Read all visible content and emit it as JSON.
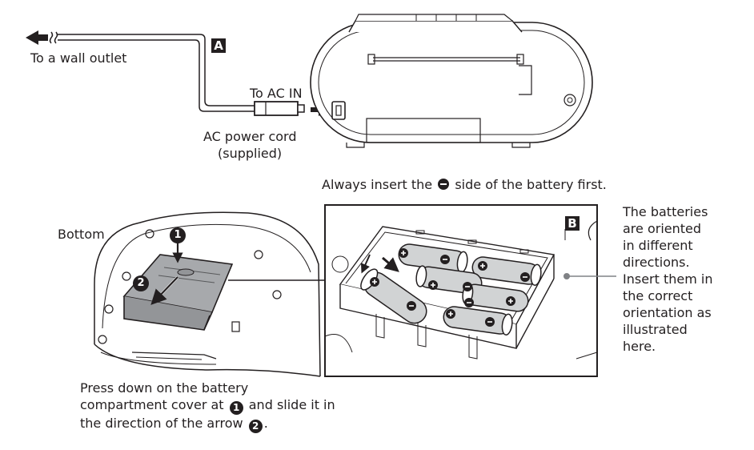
{
  "labels": {
    "wall_outlet": "To a wall outlet",
    "ac_in": "To AC IN",
    "power_cord_line1": "AC power cord",
    "power_cord_line2": "(supplied)",
    "badge_a": "A",
    "badge_b": "B",
    "always_insert_before": "Always insert the",
    "always_insert_after": "side of the battery first.",
    "bottom": "Bottom",
    "callout_lines": [
      "The batteries",
      "are oriented",
      "in different",
      "directions.",
      "Insert them in",
      "the correct",
      "orientation as",
      "illustrated",
      "here."
    ],
    "step1": "1",
    "step2": "2",
    "press_line1": "Press down on the battery",
    "press_line2_before": "compartment cover at",
    "press_line2_after": "and slide it in",
    "press_line3_before": "the direction of the arrow",
    "press_line3_after": "."
  },
  "colors": {
    "ink": "#231f20",
    "cover_fill": "#a7a9ac",
    "battery_fill": "#d1d3d4",
    "callout_line": "#808285"
  }
}
